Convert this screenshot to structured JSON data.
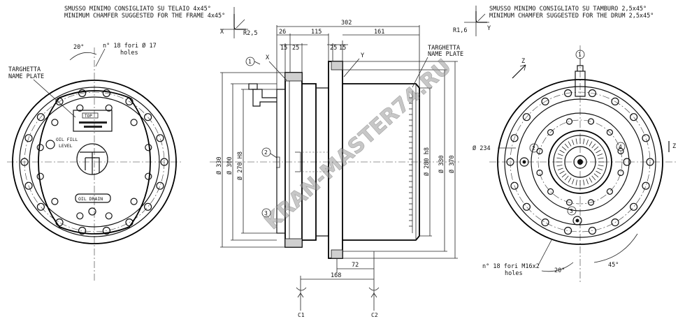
{
  "notes": {
    "frame_it": "SMUSSO MINIMO CONSIGLIATO SU TELAIO 4x45°",
    "frame_en": "MINIMUM CHAMFER SUGGESTED FOR THE FRAME 4x45°",
    "drum_it": "SMUSSO MINIMO CONSIGLIATO SU TAMBURO 2,5x45°",
    "drum_en": "MINIMUM CHAMFER SUGGESTED FOR THE DRUM 2,5x45°"
  },
  "left_view": {
    "angle_top": "20°",
    "holes_top_line1": "n° 18 fori  Ø 17",
    "holes_top_line2": "holes",
    "plate_line1": "TARGHETTA",
    "plate_line2": "NAME PLATE",
    "top_label": "TOP",
    "oil_fill_line1": "OIL FILL",
    "oil_fill_line2": "LEVEL",
    "oil_drain": "OIL DRAIN"
  },
  "side_view": {
    "dim_302": "302",
    "dim_26": "26",
    "dim_115": "115",
    "dim_161": "161",
    "dim_15": "15",
    "dim_25a": "25",
    "dim_25b": "25",
    "dim_15b": "15",
    "axis_x": "X",
    "axis_y": "Y",
    "radius_x": "R2,5",
    "radius_y": "R1,6",
    "plate_line1": "TARGHETTA",
    "plate_line2": "NAME PLATE",
    "dia_330a": "Ø 330",
    "dia_300": "Ø 300",
    "dia_270": "Ø 270 H8",
    "dia_280": "Ø 280 h8",
    "dia_330b": "Ø 330",
    "dia_370": "Ø 370",
    "dim_72": "72",
    "dim_168": "168",
    "callout_1": "1",
    "callout_2": "2",
    "callout_3": "3",
    "label_c1": "C1",
    "label_c2": "C2"
  },
  "right_view": {
    "axis_z": "Z",
    "dia_234": "Ø 234",
    "holes_line1": "n° 18 fori M16x2",
    "holes_line2": "holes",
    "angle_20": "20°",
    "angle_45": "45°",
    "callout_1": "1",
    "callout_2": "2",
    "callout_3": "3",
    "callout_4": "4"
  },
  "watermark": "KRAN-MASTER74.RU"
}
